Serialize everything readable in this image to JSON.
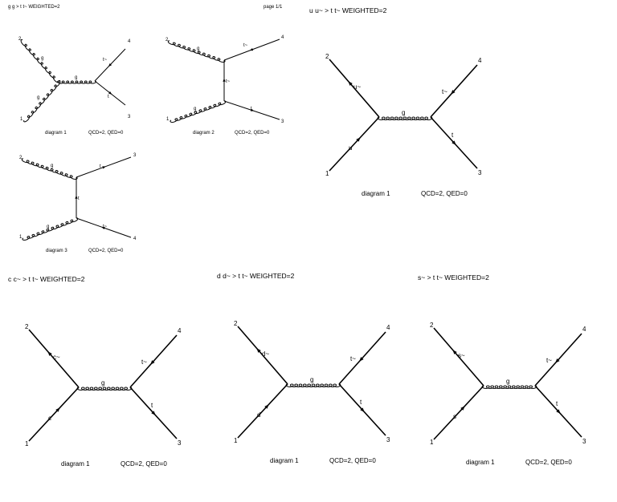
{
  "page_label": "page 1/1",
  "panels": [
    {
      "process": "g g > t t~ WEIGHTED=2",
      "diagrams": [
        {
          "type": "s_gluon_fusion",
          "label": "diagram 1",
          "couplings": "QCD=2, QED=0",
          "legs": [
            {
              "particle": "g",
              "number": "1"
            },
            {
              "particle": "g",
              "number": "2"
            },
            {
              "particle": "t",
              "number": "3"
            },
            {
              "particle": "t~",
              "number": "4"
            }
          ],
          "propagator": "g"
        },
        {
          "type": "t_channel",
          "label": "diagram 2",
          "couplings": "QCD=2, QED=0",
          "legs": [
            {
              "particle": "g",
              "number": "1"
            },
            {
              "particle": "g",
              "number": "2"
            },
            {
              "particle": "t",
              "number": "3"
            },
            {
              "particle": "t~",
              "number": "4"
            }
          ],
          "propagator": "t~"
        },
        {
          "type": "u_channel",
          "label": "diagram 3",
          "couplings": "QCD=2, QED=0",
          "legs": [
            {
              "particle": "g",
              "number": "1"
            },
            {
              "particle": "g",
              "number": "2"
            },
            {
              "particle": "t",
              "number": "3"
            },
            {
              "particle": "t~",
              "number": "4"
            }
          ],
          "propagator": "t"
        }
      ]
    },
    {
      "process": "u u~ > t t~ WEIGHTED=2",
      "diagrams": [
        {
          "type": "s_quark_annihilation",
          "label": "diagram 1",
          "couplings": "QCD=2, QED=0",
          "legs": [
            {
              "particle": "u",
              "number": "1"
            },
            {
              "particle": "u~",
              "number": "2"
            },
            {
              "particle": "t",
              "number": "3"
            },
            {
              "particle": "t~",
              "number": "4"
            }
          ],
          "propagator": "g"
        }
      ]
    },
    {
      "process": "c c~ > t t~ WEIGHTED=2",
      "diagrams": [
        {
          "type": "s_quark_annihilation",
          "label": "diagram 1",
          "couplings": "QCD=2, QED=0",
          "legs": [
            {
              "particle": "c",
              "number": "1"
            },
            {
              "particle": "c~",
              "number": "2"
            },
            {
              "particle": "t",
              "number": "3"
            },
            {
              "particle": "t~",
              "number": "4"
            }
          ],
          "propagator": "g"
        }
      ]
    },
    {
      "process": "d d~ > t t~ WEIGHTED=2",
      "diagrams": [
        {
          "type": "s_quark_annihilation",
          "label": "diagram 1",
          "couplings": "QCD=2, QED=0",
          "legs": [
            {
              "particle": "d",
              "number": "1"
            },
            {
              "particle": "d~",
              "number": "2"
            },
            {
              "particle": "t",
              "number": "3"
            },
            {
              "particle": "t~",
              "number": "4"
            }
          ],
          "propagator": "g"
        }
      ]
    },
    {
      "process": "s~ > t t~ WEIGHTED=2",
      "diagrams": [
        {
          "type": "s_quark_annihilation",
          "label": "diagram 1",
          "couplings": "QCD=2, QED=0",
          "legs": [
            {
              "particle": "s",
              "number": "1"
            },
            {
              "particle": "s~",
              "number": "2"
            },
            {
              "particle": "t",
              "number": "3"
            },
            {
              "particle": "t~",
              "number": "4"
            }
          ],
          "propagator": "g"
        }
      ]
    }
  ]
}
